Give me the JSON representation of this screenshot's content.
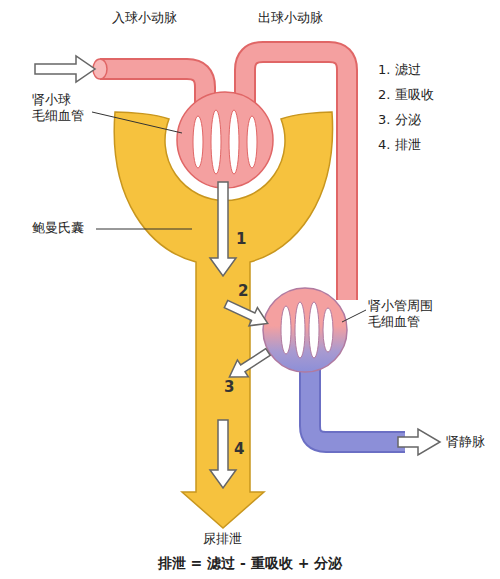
{
  "diagram": {
    "caption": "排泄 = 滤过 - 重吸收 + 分泌",
    "labels": [
      "入球小动脉",
      "出球小动脉",
      "1. 滤过",
      "2. 重吸收",
      "3. 分泌",
      "4. 排泄",
      "肾小球 毛细血管",
      "鲍曼氏囊",
      "肾小管周围 毛细血管",
      "肾静脉",
      "1",
      "2",
      "3",
      "4",
      "尿排泄"
    ]
  }
}
